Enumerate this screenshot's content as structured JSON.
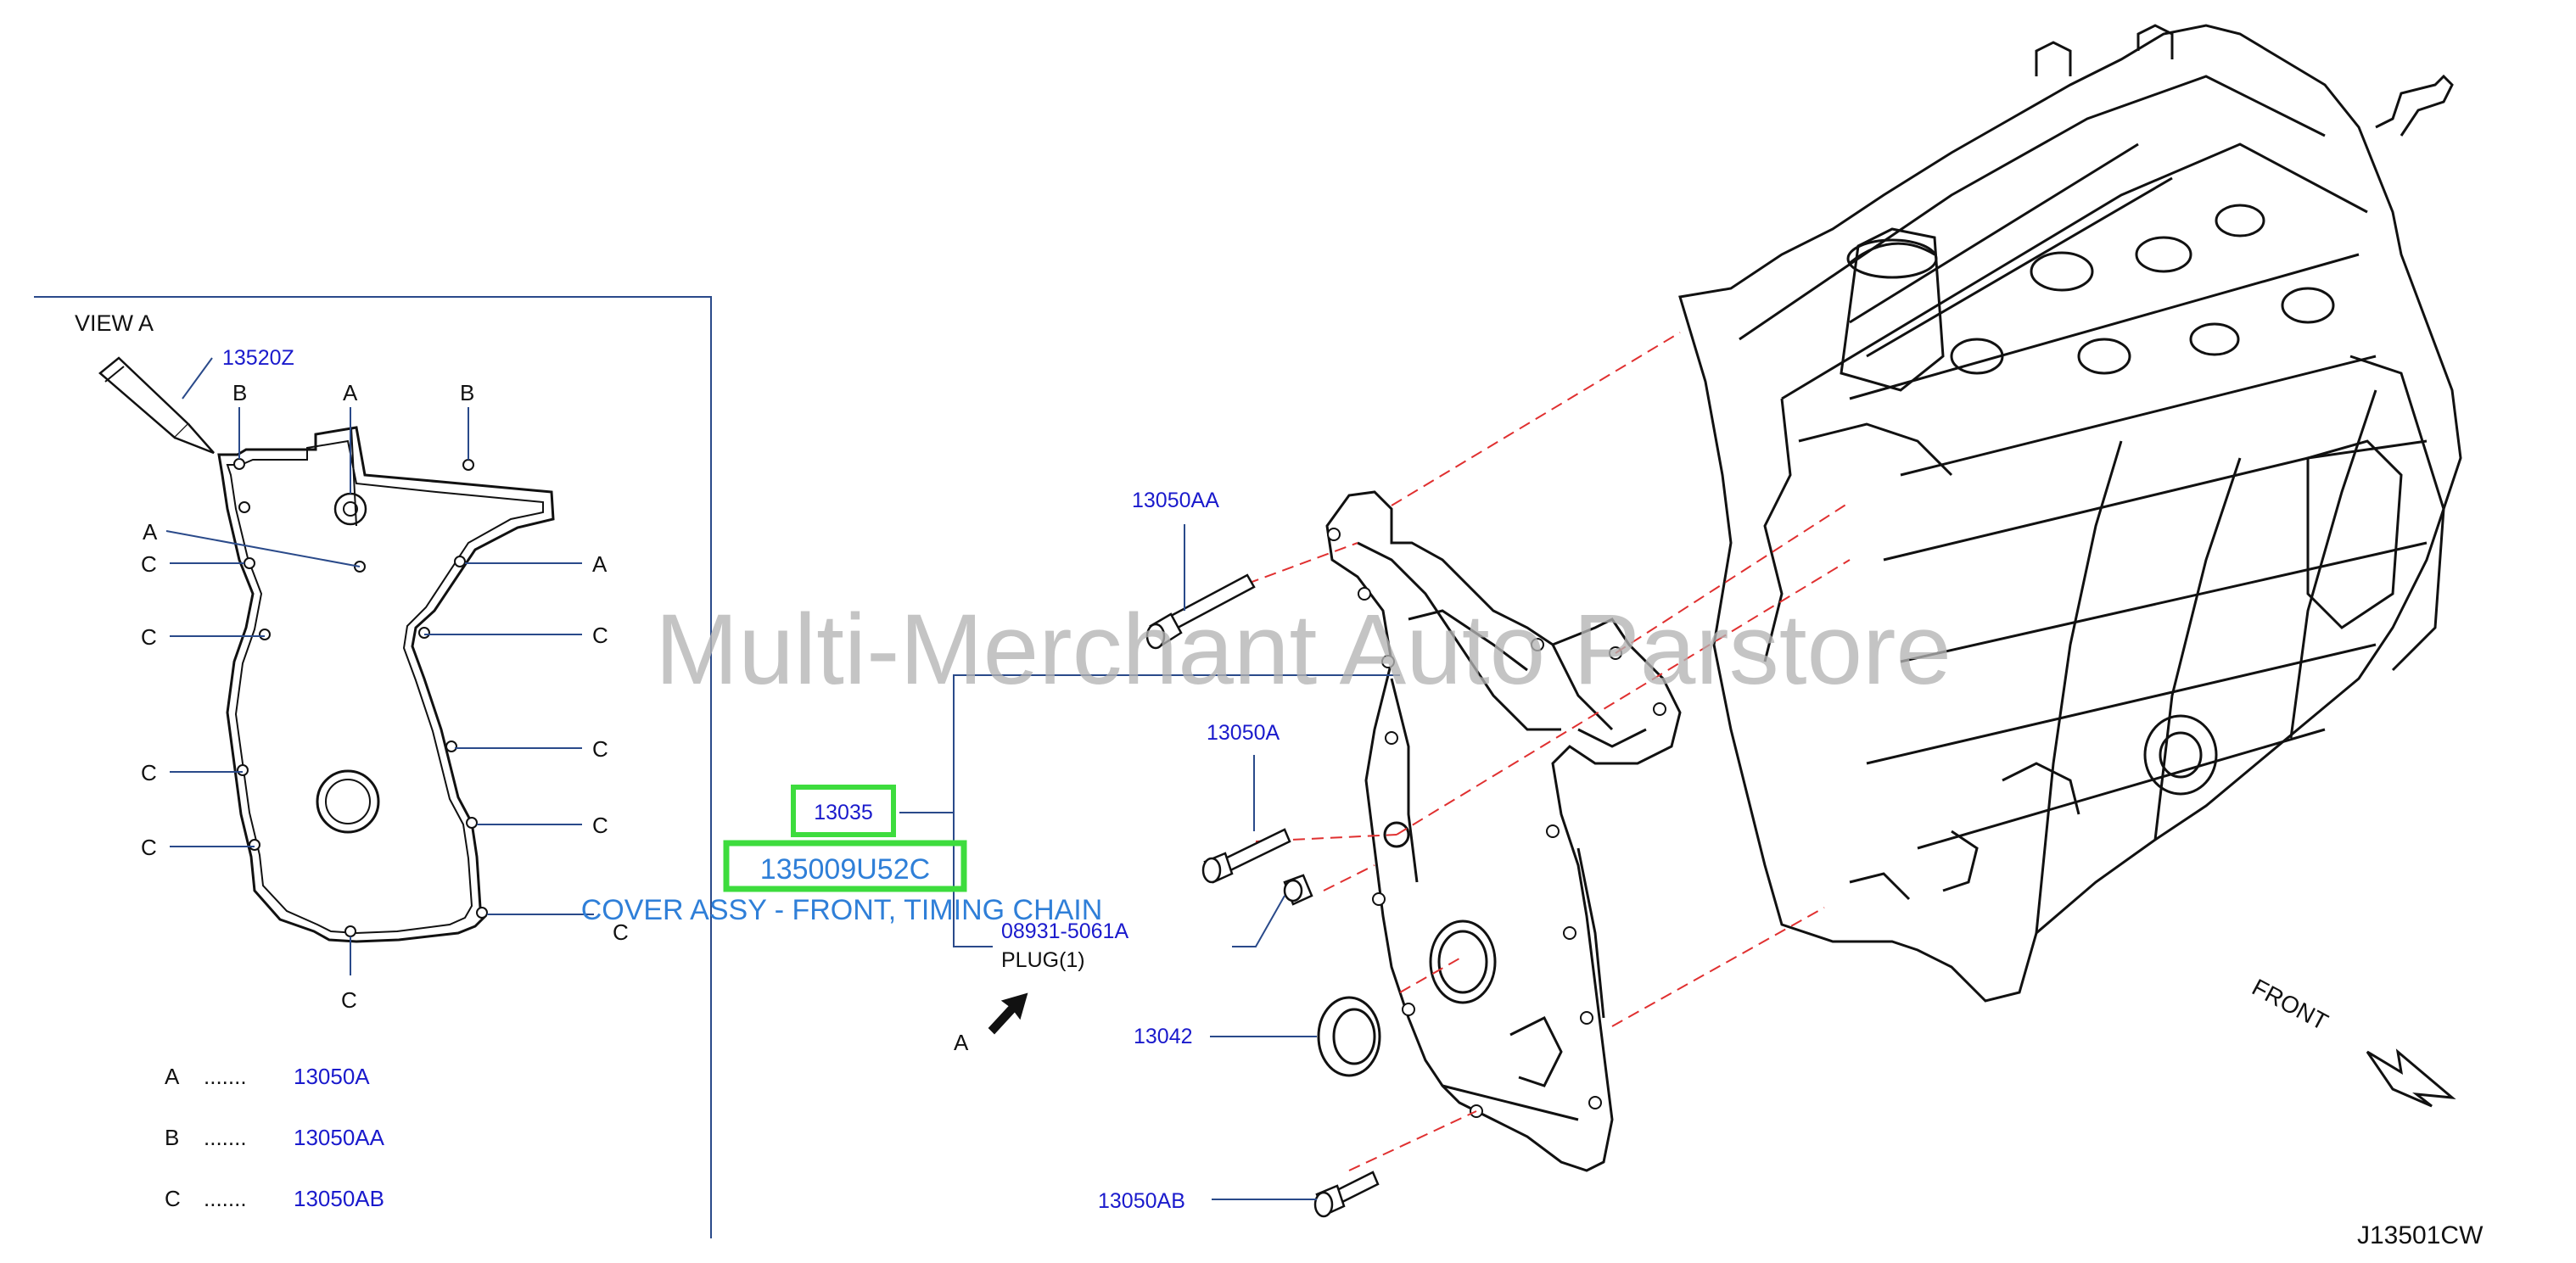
{
  "colors": {
    "part_number": "#1a1acc",
    "leader_line": "#2a4a8a",
    "label_text": "#111111",
    "highlight": "#3ddc3d",
    "watermark": "#b4b4b4",
    "dashed_guide": "#e03030",
    "caption": "#2f7fd8"
  },
  "watermark": "Multi-Merchant Auto Parstore",
  "view_a": {
    "title": "VIEW   A",
    "sealant_part": "13520Z",
    "hole_labels": {
      "a": "A",
      "b": "B",
      "c": "C"
    },
    "legend": [
      {
        "letter": "A",
        "dots": ".......",
        "part": "13050A"
      },
      {
        "letter": "B",
        "dots": ".......",
        "part": "13050AA"
      },
      {
        "letter": "C",
        "dots": ".......",
        "part": "13050AB"
      }
    ]
  },
  "main": {
    "part_13035": "13035",
    "selected_part": "135009U52C",
    "selected_description": "COVER ASSY - FRONT, TIMING CHAIN",
    "plug_part": "08931-5061A",
    "plug_label": "PLUG(1)",
    "bolt_13050AA": "13050AA",
    "bolt_13050A": "13050A",
    "seal_13042": "13042",
    "bolt_13050AB": "13050AB",
    "view_arrow_label": "A",
    "front_label": "FRONT",
    "diagram_code": "J13501CW"
  }
}
